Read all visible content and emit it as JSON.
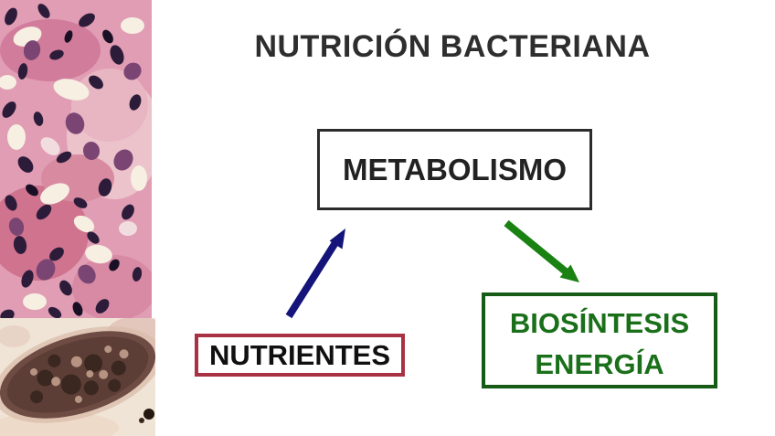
{
  "slide": {
    "title": "NUTRICIÓN BACTERIANA",
    "boxes": {
      "metabolismo": {
        "label": "METABOLISMO",
        "border_color": "#2b2b2b",
        "text_color": "#222222"
      },
      "nutrientes": {
        "label": "NUTRIENTES",
        "border_color": "#a83244",
        "text_color": "#101010"
      },
      "biosintesis": {
        "line1": "BIOSÍNTESIS",
        "line2": "ENERGÍA",
        "border_color": "#165c16",
        "text_color": "#1a701a"
      }
    },
    "arrows": [
      {
        "name": "nutrientes-to-metabolismo",
        "color": "#14147a",
        "direction": "up-right"
      },
      {
        "name": "metabolismo-to-biosintesis",
        "color": "#1a8113",
        "direction": "down-right"
      }
    ],
    "images": [
      {
        "name": "histology-micrograph",
        "description": "pink H&E stained tissue micrograph"
      },
      {
        "name": "bacterium-tem-micrograph",
        "description": "sepia electron micrograph of rod-shaped bacterium"
      }
    ],
    "background_color": "#ffffff"
  }
}
